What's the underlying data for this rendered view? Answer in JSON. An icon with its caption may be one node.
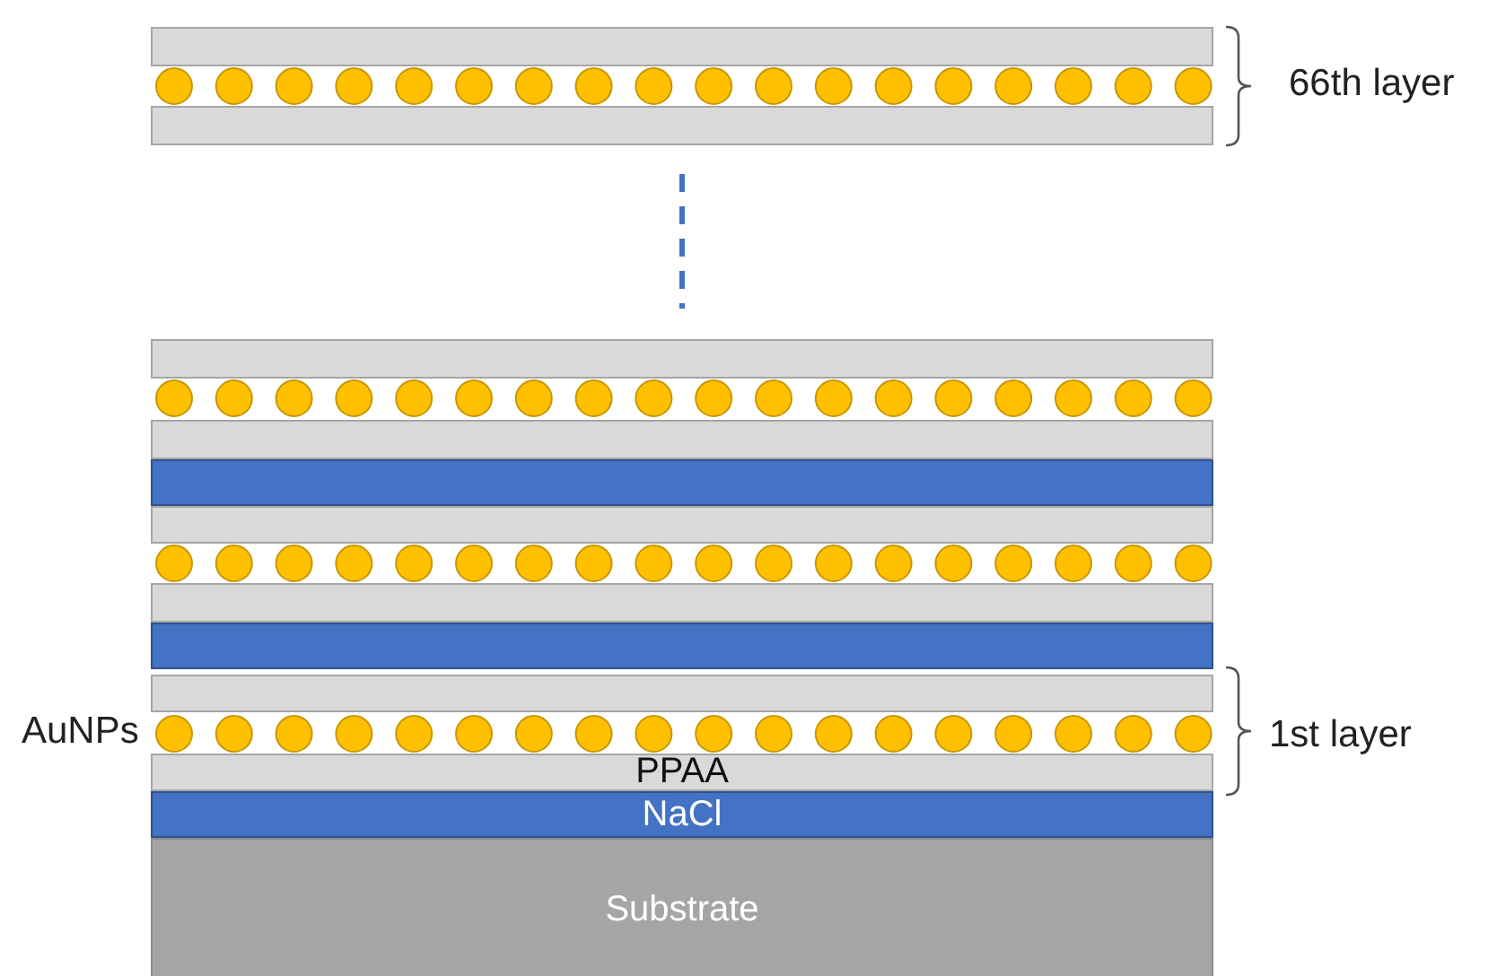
{
  "diagram": {
    "nodes": [
      {
        "text": [],
        "shape": "bar"
      },
      {
        "text": [],
        "shape": "bar"
      },
      {
        "text": [],
        "shape": "bar"
      },
      {
        "text": [],
        "shape": "bar"
      },
      {
        "text": [],
        "shape": "bar"
      },
      {
        "text": [],
        "shape": "bar"
      },
      {
        "text": [],
        "shape": "bar"
      },
      {
        "text": [],
        "shape": "bar"
      },
      {
        "text": [],
        "shape": "bar"
      },
      {
        "text": [
          "PPAA"
        ]
      },
      {
        "text": [
          "NaCl"
        ]
      },
      {
        "text": [
          "Substrate"
        ]
      }
    ],
    "labels": [
      "66th layer",
      "AuNPs",
      "1st layer"
    ]
  }
}
